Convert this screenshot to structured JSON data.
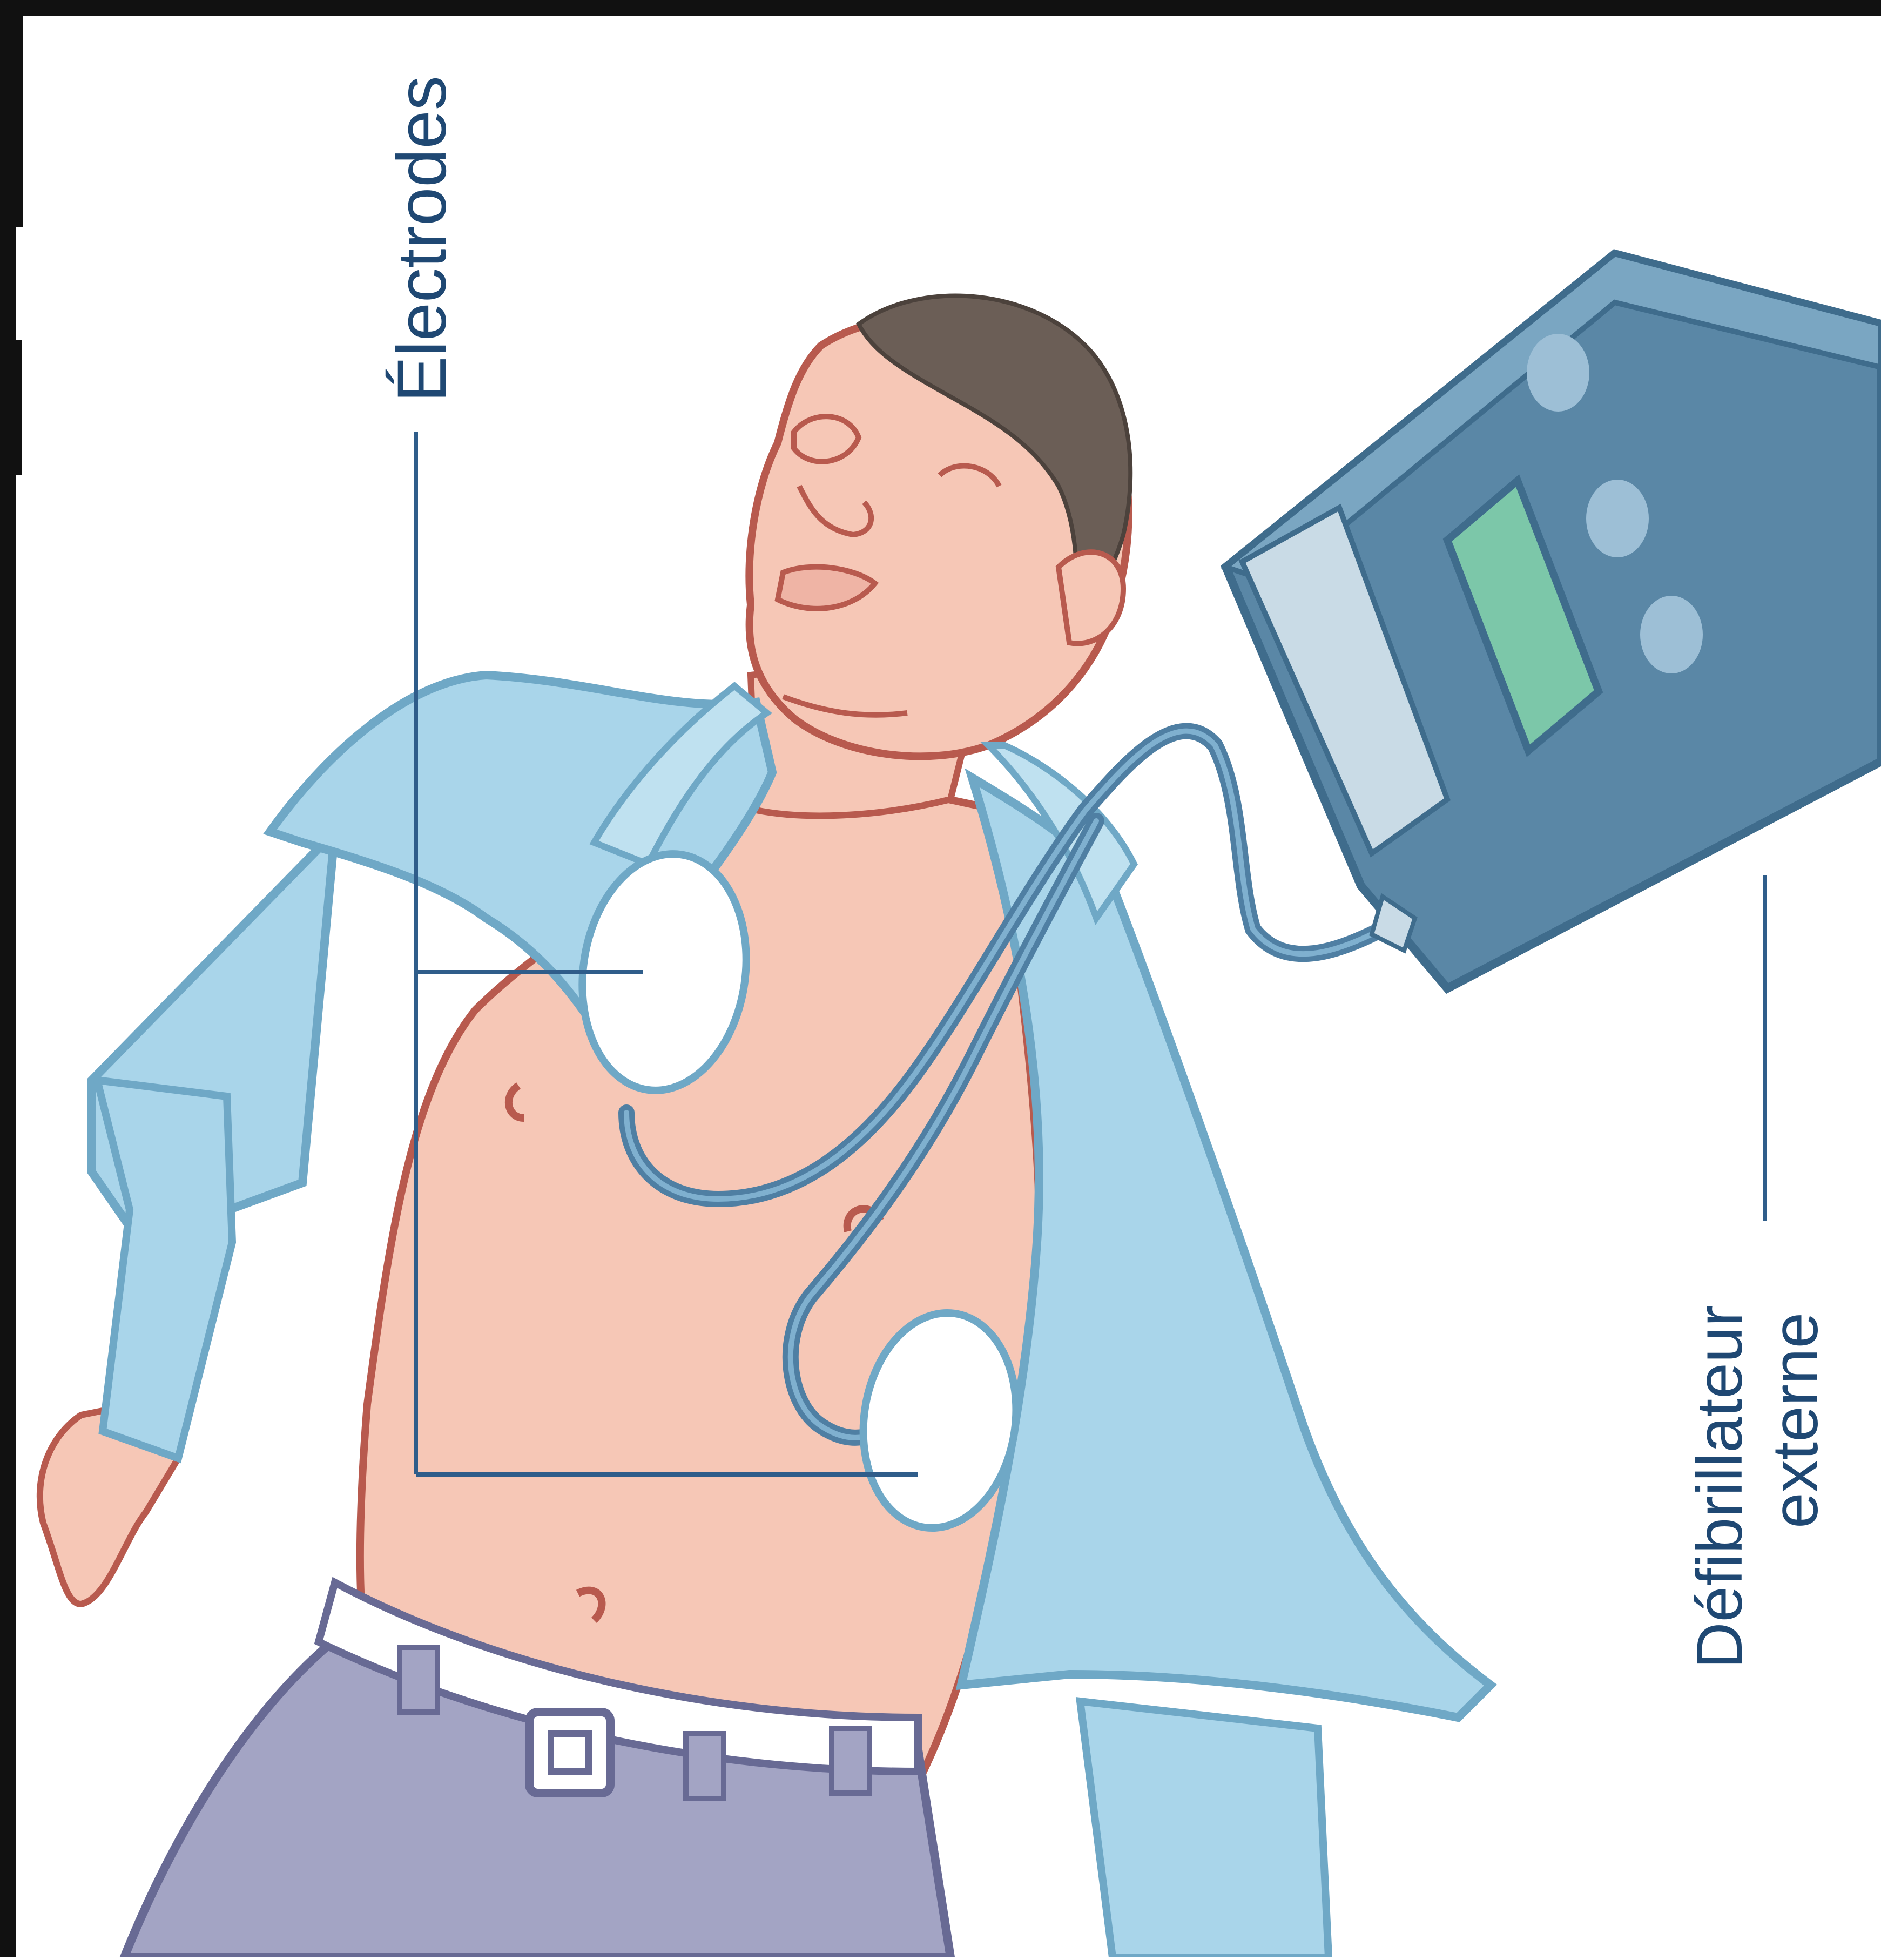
{
  "labels": {
    "electrodes": "Électrodes",
    "defibrillator_line1": "Défibrillateur",
    "defibrillator_line2": "externe"
  },
  "colors": {
    "skin": "#f6c7b6",
    "skin_outline": "#b85a4e",
    "shirt": "#a9d5ea",
    "shirt_outline": "#6fa8c6",
    "pants": "#a3a4c4",
    "pants_outline": "#686a94",
    "device_body": "#5a87a6",
    "device_top": "#7aa6c2",
    "device_screen": "#7cc7a9",
    "cable": "#4f7fa3",
    "leader_line": "#2f5d8a",
    "label_text": "#1f4873",
    "hair": "#6b5e56",
    "electrode_pad": "#ffffff"
  },
  "icons": {
    "device": "aed-defibrillator-icon",
    "electrode": "electrode-pad-icon",
    "patient": "patient-figure-icon"
  }
}
